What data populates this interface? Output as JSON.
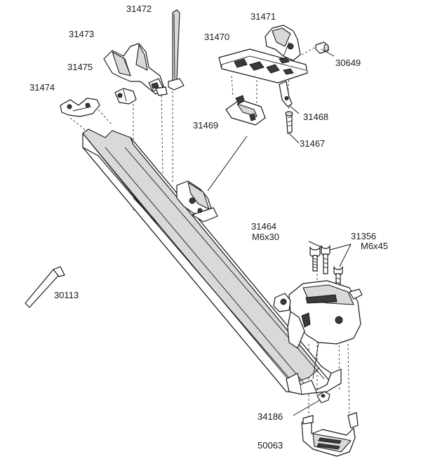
{
  "labels": {
    "p31472": "31472",
    "p31471": "31471",
    "p31473": "31473",
    "p31470": "31470",
    "p31475": "31475",
    "p30649": "30649",
    "p31474": "31474",
    "p31468": "31468",
    "p31469": "31469",
    "p31467": "31467",
    "p31464": "31464",
    "m6x30": "M6x30",
    "p31356": "31356",
    "m6x45": "M6x45",
    "p30113": "30113",
    "p34186": "34186",
    "p50063": "50063"
  }
}
